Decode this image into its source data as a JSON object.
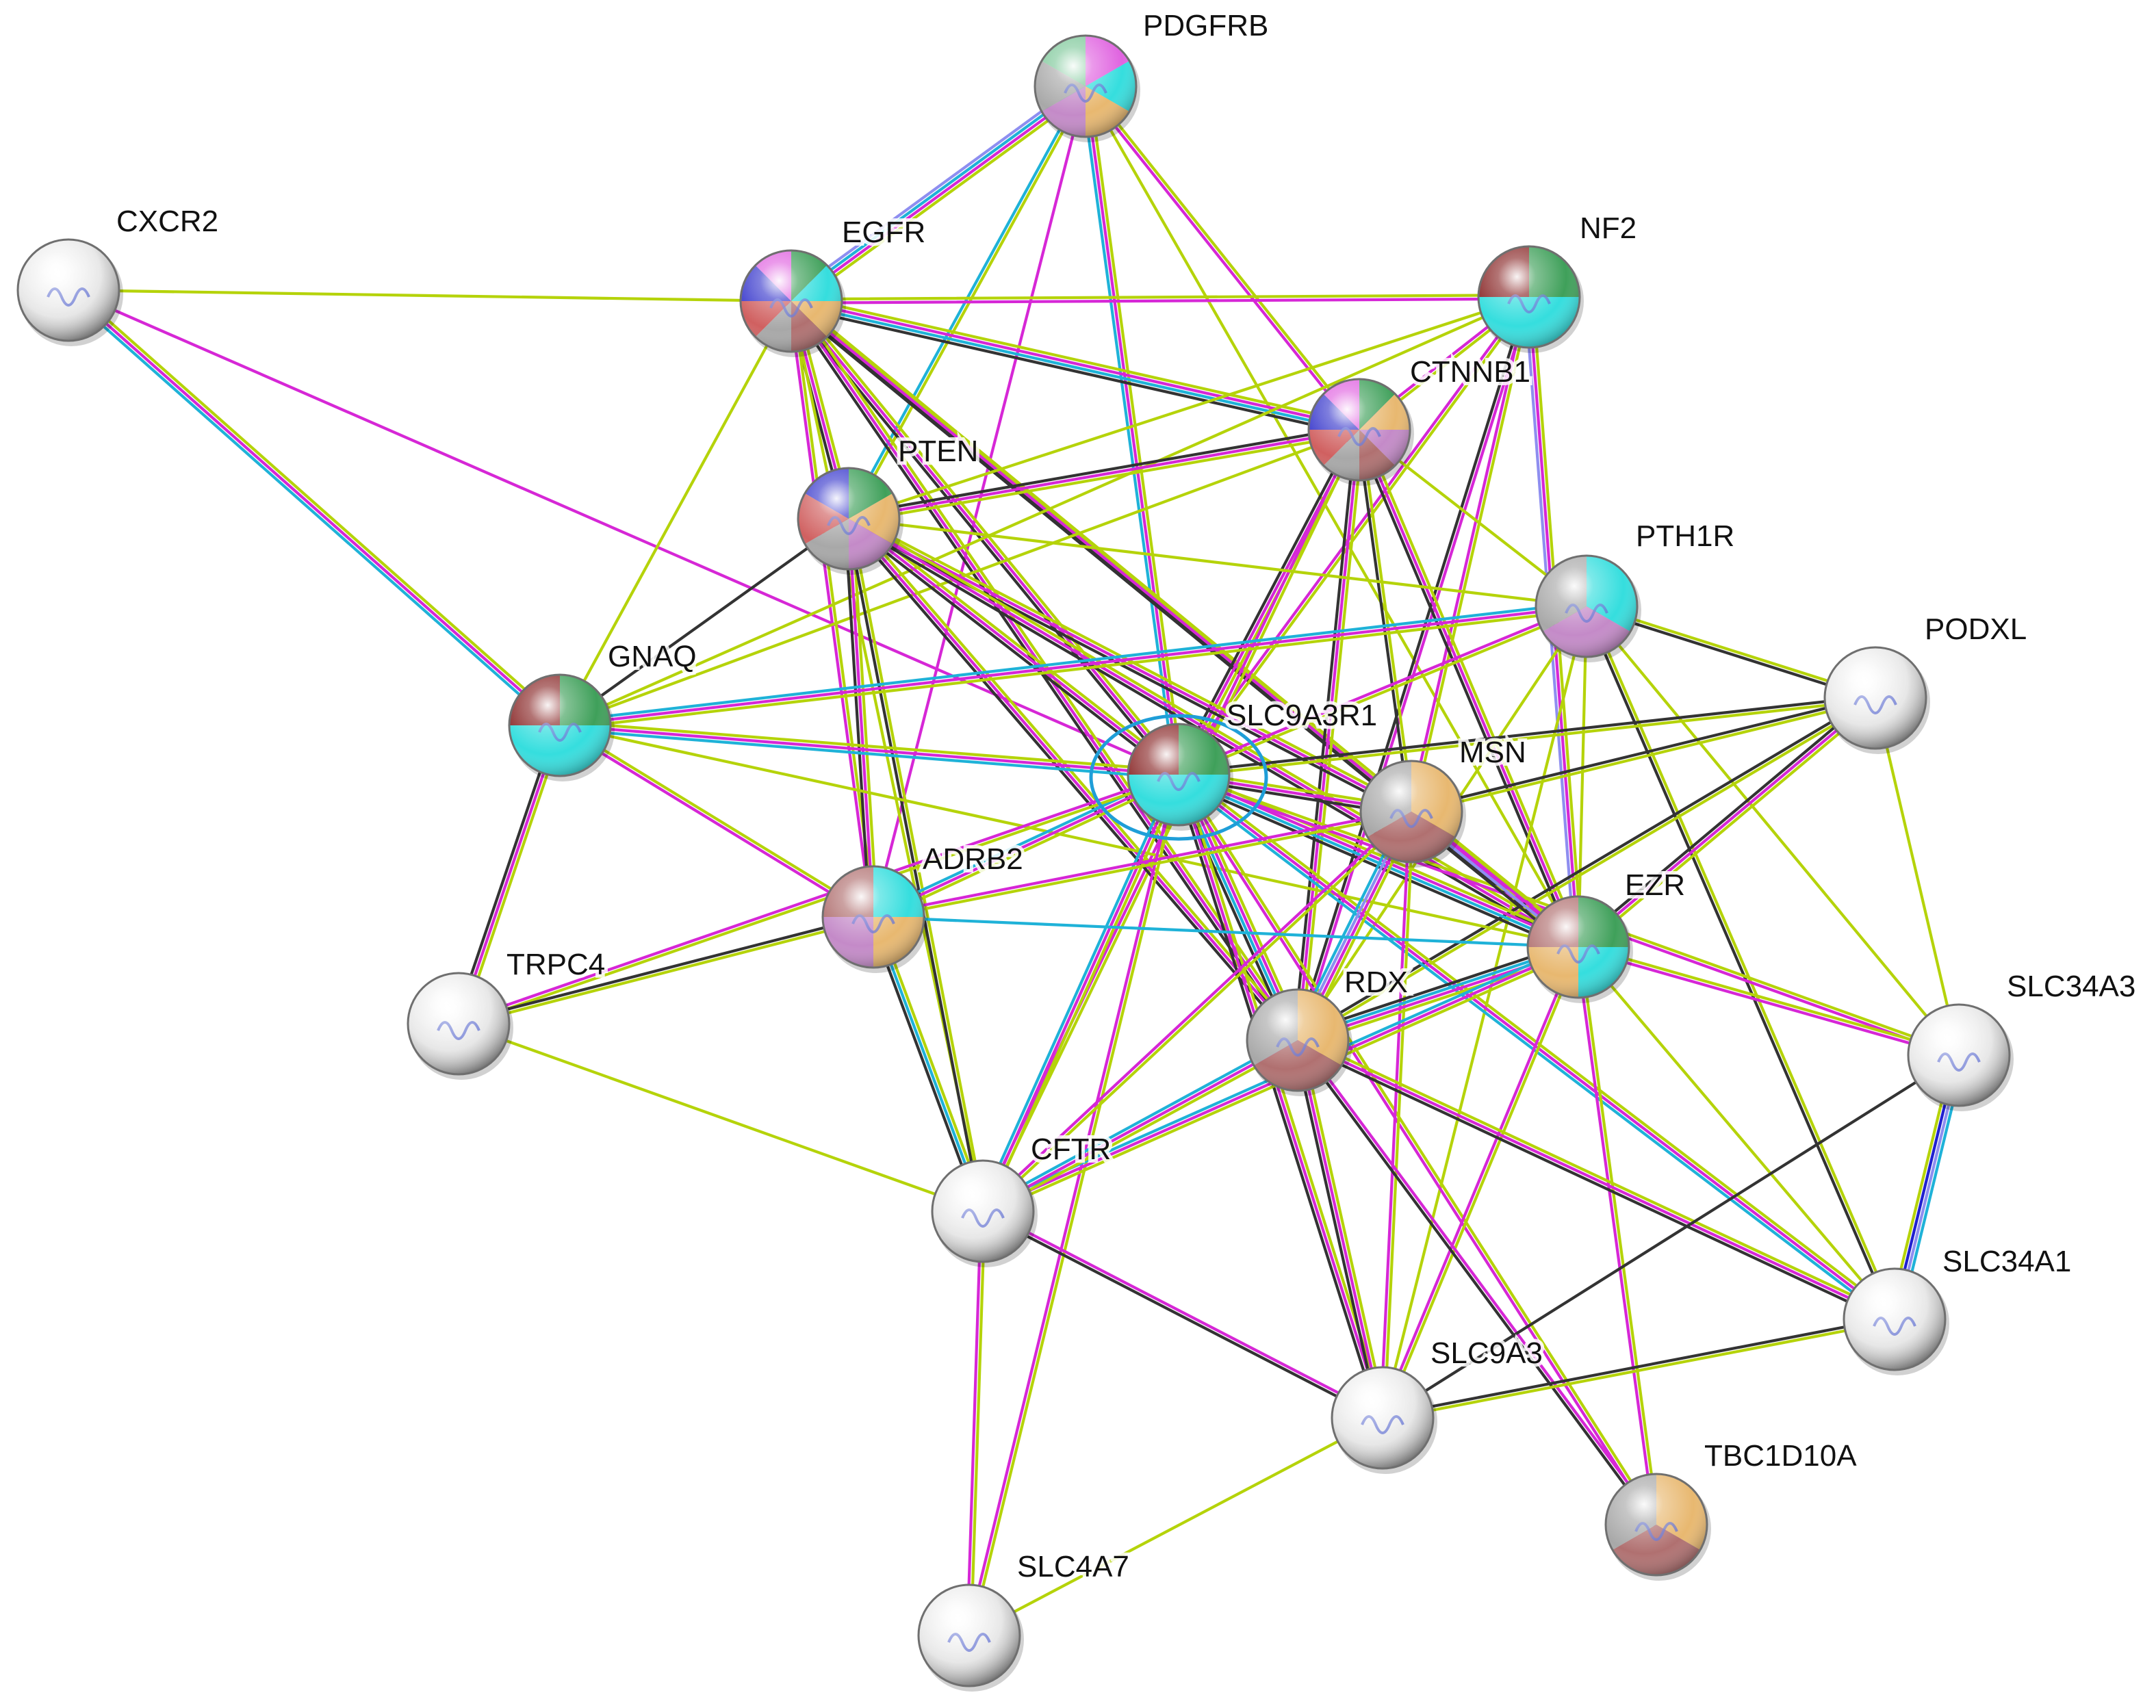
{
  "nodes": [
    {
      "id": "PDGFRB",
      "label": "PDGFRB",
      "colors": [
        "#e063e0",
        "#35dede",
        "#e8b870",
        "#c48ac8",
        "#a8a8a8",
        "#7ec89a"
      ]
    },
    {
      "id": "CXCR2",
      "label": "CXCR2",
      "colors": []
    },
    {
      "id": "EGFR",
      "label": "EGFR",
      "colors": [
        "#3fa05a",
        "#35dede",
        "#e8b870",
        "#b07070",
        "#a8a8a8",
        "#d06060",
        "#3a3acc",
        "#e063e0"
      ]
    },
    {
      "id": "NF2",
      "label": "NF2",
      "colors": [
        "#3fa05a",
        "#35dede",
        "#35dede",
        "#8a2a2a"
      ]
    },
    {
      "id": "CTNNB1",
      "label": "CTNNB1",
      "colors": [
        "#3fa05a",
        "#e8b870",
        "#c48ac8",
        "#b07070",
        "#a8a8a8",
        "#d06060",
        "#3a3acc",
        "#e063e0"
      ]
    },
    {
      "id": "PTEN",
      "label": "PTEN",
      "colors": [
        "#3fa05a",
        "#e8b870",
        "#c48ac8",
        "#a8a8a8",
        "#d06060",
        "#3a3acc"
      ]
    },
    {
      "id": "PTH1R",
      "label": "PTH1R",
      "colors": [
        "#35dede",
        "#c48ac8",
        "#a8a8a8"
      ]
    },
    {
      "id": "PODXL",
      "label": "PODXL",
      "colors": []
    },
    {
      "id": "GNAQ",
      "label": "GNAQ",
      "colors": [
        "#3fa05a",
        "#35dede",
        "#35dede",
        "#8a2a2a"
      ]
    },
    {
      "id": "SLC9A3R1",
      "label": "SLC9A3R1",
      "colors": [
        "#3fa05a",
        "#35dede",
        "#35dede",
        "#8a2a2a"
      ]
    },
    {
      "id": "MSN",
      "label": "MSN",
      "colors": [
        "#e8b870",
        "#b07070",
        "#a8a8a8"
      ]
    },
    {
      "id": "ADRB2",
      "label": "ADRB2",
      "colors": [
        "#35dede",
        "#e8b870",
        "#c48ac8",
        "#b07070"
      ]
    },
    {
      "id": "EZR",
      "label": "EZR",
      "colors": [
        "#3fa05a",
        "#35dede",
        "#e8b870",
        "#b07070"
      ]
    },
    {
      "id": "TRPC4",
      "label": "TRPC4",
      "colors": []
    },
    {
      "id": "RDX",
      "label": "RDX",
      "colors": [
        "#e8b870",
        "#b07070",
        "#a8a8a8"
      ]
    },
    {
      "id": "SLC34A3",
      "label": "SLC34A3",
      "colors": []
    },
    {
      "id": "CFTR",
      "label": "CFTR",
      "colors": []
    },
    {
      "id": "SLC34A1",
      "label": "SLC34A1",
      "colors": []
    },
    {
      "id": "SLC9A3",
      "label": "SLC9A3",
      "colors": []
    },
    {
      "id": "TBC1D10A",
      "label": "TBC1D10A",
      "colors": [
        "#e8b870",
        "#b07070",
        "#a8a8a8"
      ]
    },
    {
      "id": "SLC4A7",
      "label": "SLC4A7",
      "colors": []
    }
  ],
  "query_node": "SLC9A3R1",
  "edge_colors": {
    "text_mining": "#b5d30a",
    "experimental": "#d627d6",
    "database": "#1fb2d8",
    "coexpression": "#333333",
    "homology": "#8e8ef0",
    "gene_fusion": "#2020d0"
  },
  "edges": [
    {
      "a": "PDGFRB",
      "b": "EGFR",
      "types": [
        "text_mining",
        "experimental",
        "database",
        "homology"
      ]
    },
    {
      "a": "PDGFRB",
      "b": "PTEN",
      "types": [
        "text_mining",
        "database"
      ]
    },
    {
      "a": "PDGFRB",
      "b": "SLC9A3R1",
      "types": [
        "text_mining",
        "experimental",
        "database"
      ]
    },
    {
      "a": "PDGFRB",
      "b": "CTNNB1",
      "types": [
        "text_mining",
        "experimental"
      ]
    },
    {
      "a": "PDGFRB",
      "b": "ADRB2",
      "types": [
        "experimental"
      ]
    },
    {
      "a": "PDGFRB",
      "b": "EZR",
      "types": [
        "text_mining"
      ]
    },
    {
      "a": "CXCR2",
      "b": "EGFR",
      "types": [
        "text_mining"
      ]
    },
    {
      "a": "CXCR2",
      "b": "GNAQ",
      "types": [
        "text_mining",
        "experimental",
        "database"
      ]
    },
    {
      "a": "CXCR2",
      "b": "SLC9A3R1",
      "types": [
        "experimental"
      ]
    },
    {
      "a": "EGFR",
      "b": "NF2",
      "types": [
        "text_mining",
        "experimental"
      ]
    },
    {
      "a": "EGFR",
      "b": "CTNNB1",
      "types": [
        "text_mining",
        "experimental",
        "database",
        "coexpression"
      ]
    },
    {
      "a": "EGFR",
      "b": "PTEN",
      "types": [
        "text_mining",
        "experimental",
        "coexpression"
      ]
    },
    {
      "a": "EGFR",
      "b": "GNAQ",
      "types": [
        "text_mining"
      ]
    },
    {
      "a": "EGFR",
      "b": "SLC9A3R1",
      "types": [
        "text_mining",
        "experimental",
        "coexpression"
      ]
    },
    {
      "a": "EGFR",
      "b": "MSN",
      "types": [
        "text_mining",
        "coexpression"
      ]
    },
    {
      "a": "EGFR",
      "b": "EZR",
      "types": [
        "text_mining",
        "experimental",
        "coexpression"
      ]
    },
    {
      "a": "EGFR",
      "b": "RDX",
      "types": [
        "text_mining",
        "experimental",
        "coexpression"
      ]
    },
    {
      "a": "EGFR",
      "b": "ADRB2",
      "types": [
        "text_mining",
        "experimental"
      ]
    },
    {
      "a": "EGFR",
      "b": "CFTR",
      "types": [
        "text_mining"
      ]
    },
    {
      "a": "NF2",
      "b": "CTNNB1",
      "types": [
        "text_mining",
        "experimental"
      ]
    },
    {
      "a": "NF2",
      "b": "PTEN",
      "types": [
        "text_mining"
      ]
    },
    {
      "a": "NF2",
      "b": "GNAQ",
      "types": [
        "text_mining"
      ]
    },
    {
      "a": "NF2",
      "b": "SLC9A3R1",
      "types": [
        "text_mining",
        "experimental"
      ]
    },
    {
      "a": "NF2",
      "b": "EZR",
      "types": [
        "text_mining",
        "experimental",
        "homology"
      ]
    },
    {
      "a": "NF2",
      "b": "MSN",
      "types": [
        "text_mining",
        "experimental"
      ]
    },
    {
      "a": "NF2",
      "b": "RDX",
      "types": [
        "experimental",
        "coexpression"
      ]
    },
    {
      "a": "CTNNB1",
      "b": "PTEN",
      "types": [
        "text_mining",
        "experimental",
        "coexpression"
      ]
    },
    {
      "a": "CTNNB1",
      "b": "SLC9A3R1",
      "types": [
        "text_mining",
        "experimental",
        "coexpression"
      ]
    },
    {
      "a": "CTNNB1",
      "b": "MSN",
      "types": [
        "text_mining",
        "coexpression"
      ]
    },
    {
      "a": "CTNNB1",
      "b": "EZR",
      "types": [
        "text_mining",
        "experimental",
        "coexpression"
      ]
    },
    {
      "a": "CTNNB1",
      "b": "RDX",
      "types": [
        "text_mining",
        "experimental",
        "coexpression"
      ]
    },
    {
      "a": "CTNNB1",
      "b": "PTH1R",
      "types": [
        "text_mining"
      ]
    },
    {
      "a": "CTNNB1",
      "b": "CFTR",
      "types": [
        "text_mining",
        "experimental"
      ]
    },
    {
      "a": "CTNNB1",
      "b": "GNAQ",
      "types": [
        "text_mining"
      ]
    },
    {
      "a": "PTEN",
      "b": "GNAQ",
      "types": [
        "coexpression"
      ]
    },
    {
      "a": "PTEN",
      "b": "SLC9A3R1",
      "types": [
        "text_mining",
        "experimental",
        "coexpression"
      ]
    },
    {
      "a": "PTEN",
      "b": "ADRB2",
      "types": [
        "text_mining",
        "experimental",
        "coexpression"
      ]
    },
    {
      "a": "PTEN",
      "b": "MSN",
      "types": [
        "text_mining",
        "experimental",
        "coexpression"
      ]
    },
    {
      "a": "PTEN",
      "b": "EZR",
      "types": [
        "text_mining",
        "experimental",
        "coexpression"
      ]
    },
    {
      "a": "PTEN",
      "b": "RDX",
      "types": [
        "text_mining",
        "experimental",
        "coexpression"
      ]
    },
    {
      "a": "PTEN",
      "b": "CFTR",
      "types": [
        "text_mining",
        "coexpression"
      ]
    },
    {
      "a": "PTEN",
      "b": "PTH1R",
      "types": [
        "text_mining"
      ]
    },
    {
      "a": "PTH1R",
      "b": "GNAQ",
      "types": [
        "text_mining",
        "experimental",
        "database"
      ]
    },
    {
      "a": "PTH1R",
      "b": "SLC9A3R1",
      "types": [
        "text_mining",
        "experimental"
      ]
    },
    {
      "a": "PTH1R",
      "b": "PODXL",
      "types": [
        "text_mining",
        "coexpression"
      ]
    },
    {
      "a": "PTH1R",
      "b": "EZR",
      "types": [
        "text_mining"
      ]
    },
    {
      "a": "PTH1R",
      "b": "SLC34A3",
      "types": [
        "text_mining"
      ]
    },
    {
      "a": "PTH1R",
      "b": "SLC34A1",
      "types": [
        "text_mining",
        "coexpression"
      ]
    },
    {
      "a": "PTH1R",
      "b": "SLC9A3",
      "types": [
        "text_mining"
      ]
    },
    {
      "a": "PTH1R",
      "b": "RDX",
      "types": [
        "text_mining"
      ]
    },
    {
      "a": "PODXL",
      "b": "SLC9A3R1",
      "types": [
        "text_mining",
        "coexpression"
      ]
    },
    {
      "a": "PODXL",
      "b": "EZR",
      "types": [
        "text_mining",
        "experimental",
        "coexpression"
      ]
    },
    {
      "a": "PODXL",
      "b": "RDX",
      "types": [
        "text_mining",
        "coexpression"
      ]
    },
    {
      "a": "PODXL",
      "b": "MSN",
      "types": [
        "text_mining",
        "coexpression"
      ]
    },
    {
      "a": "GNAQ",
      "b": "SLC9A3R1",
      "types": [
        "text_mining",
        "experimental",
        "database"
      ]
    },
    {
      "a": "GNAQ",
      "b": "TRPC4",
      "types": [
        "text_mining",
        "experimental",
        "coexpression"
      ]
    },
    {
      "a": "GNAQ",
      "b": "ADRB2",
      "types": [
        "text_mining",
        "experimental"
      ]
    },
    {
      "a": "GNAQ",
      "b": "EZR",
      "types": [
        "text_mining"
      ]
    },
    {
      "a": "SLC9A3R1",
      "b": "MSN",
      "types": [
        "text_mining",
        "experimental",
        "coexpression"
      ]
    },
    {
      "a": "SLC9A3R1",
      "b": "EZR",
      "types": [
        "text_mining",
        "experimental",
        "database",
        "coexpression"
      ]
    },
    {
      "a": "SLC9A3R1",
      "b": "RDX",
      "types": [
        "text_mining",
        "experimental",
        "database",
        "coexpression"
      ]
    },
    {
      "a": "SLC9A3R1",
      "b": "ADRB2",
      "types": [
        "text_mining",
        "experimental",
        "database"
      ]
    },
    {
      "a": "SLC9A3R1",
      "b": "CFTR",
      "types": [
        "text_mining",
        "experimental",
        "database"
      ]
    },
    {
      "a": "SLC9A3R1",
      "b": "SLC9A3",
      "types": [
        "text_mining",
        "experimental",
        "coexpression"
      ]
    },
    {
      "a": "SLC9A3R1",
      "b": "SLC34A1",
      "types": [
        "text_mining",
        "experimental",
        "database"
      ]
    },
    {
      "a": "SLC9A3R1",
      "b": "SLC4A7",
      "types": [
        "text_mining",
        "experimental"
      ]
    },
    {
      "a": "SLC9A3R1",
      "b": "TBC1D10A",
      "types": [
        "text_mining",
        "experimental"
      ]
    },
    {
      "a": "SLC9A3R1",
      "b": "SLC34A3",
      "types": [
        "text_mining",
        "experimental"
      ]
    },
    {
      "a": "SLC9A3R1",
      "b": "TRPC4",
      "types": [
        "text_mining",
        "experimental"
      ]
    },
    {
      "a": "MSN",
      "b": "EZR",
      "types": [
        "text_mining",
        "experimental",
        "homology",
        "coexpression"
      ]
    },
    {
      "a": "MSN",
      "b": "RDX",
      "types": [
        "text_mining",
        "experimental",
        "homology",
        "database"
      ]
    },
    {
      "a": "MSN",
      "b": "CFTR",
      "types": [
        "text_mining",
        "experimental"
      ]
    },
    {
      "a": "MSN",
      "b": "ADRB2",
      "types": [
        "text_mining",
        "experimental"
      ]
    },
    {
      "a": "MSN",
      "b": "SLC9A3",
      "types": [
        "text_mining",
        "experimental"
      ]
    },
    {
      "a": "ADRB2",
      "b": "EZR",
      "types": [
        "database"
      ]
    },
    {
      "a": "ADRB2",
      "b": "TRPC4",
      "types": [
        "text_mining",
        "coexpression"
      ]
    },
    {
      "a": "ADRB2",
      "b": "CFTR",
      "types": [
        "text_mining",
        "database",
        "coexpression"
      ]
    },
    {
      "a": "EZR",
      "b": "RDX",
      "types": [
        "text_mining",
        "experimental",
        "database",
        "coexpression"
      ]
    },
    {
      "a": "EZR",
      "b": "CFTR",
      "types": [
        "text_mining",
        "experimental",
        "database"
      ]
    },
    {
      "a": "EZR",
      "b": "SLC9A3",
      "types": [
        "text_mining",
        "experimental"
      ]
    },
    {
      "a": "EZR",
      "b": "SLC34A3",
      "types": [
        "text_mining",
        "experimental"
      ]
    },
    {
      "a": "EZR",
      "b": "TBC1D10A",
      "types": [
        "text_mining",
        "experimental"
      ]
    },
    {
      "a": "EZR",
      "b": "SLC34A1",
      "types": [
        "text_mining"
      ]
    },
    {
      "a": "TRPC4",
      "b": "CFTR",
      "types": [
        "text_mining"
      ]
    },
    {
      "a": "RDX",
      "b": "CFTR",
      "types": [
        "text_mining",
        "experimental",
        "database"
      ]
    },
    {
      "a": "RDX",
      "b": "SLC9A3",
      "types": [
        "text_mining",
        "experimental",
        "coexpression"
      ]
    },
    {
      "a": "RDX",
      "b": "SLC34A1",
      "types": [
        "text_mining",
        "experimental",
        "coexpression"
      ]
    },
    {
      "a": "RDX",
      "b": "TBC1D10A",
      "types": [
        "experimental",
        "coexpression"
      ]
    },
    {
      "a": "SLC34A3",
      "b": "SLC34A1",
      "types": [
        "database",
        "homology",
        "gene_fusion",
        "text_mining"
      ]
    },
    {
      "a": "SLC34A3",
      "b": "SLC9A3",
      "types": [
        "coexpression"
      ]
    },
    {
      "a": "SLC34A3",
      "b": "PODXL",
      "types": [
        "text_mining"
      ]
    },
    {
      "a": "SLC34A1",
      "b": "SLC9A3",
      "types": [
        "text_mining",
        "coexpression"
      ]
    },
    {
      "a": "CFTR",
      "b": "SLC9A3",
      "types": [
        "experimental",
        "coexpression"
      ]
    },
    {
      "a": "CFTR",
      "b": "SLC4A7",
      "types": [
        "text_mining",
        "experimental"
      ]
    },
    {
      "a": "SLC9A3",
      "b": "SLC4A7",
      "types": [
        "text_mining"
      ]
    }
  ]
}
